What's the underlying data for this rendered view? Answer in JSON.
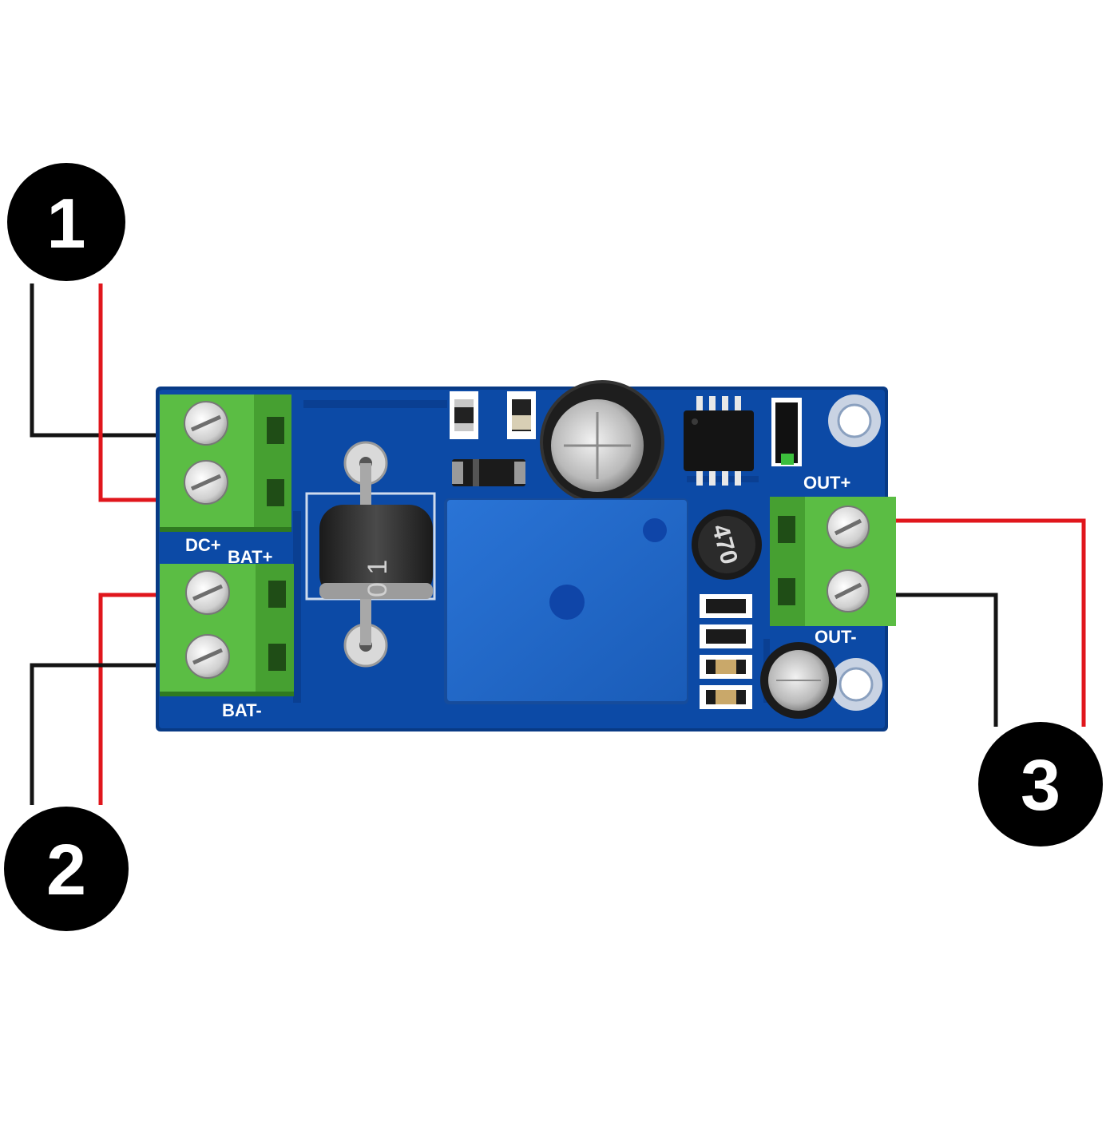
{
  "colors": {
    "background": "#ffffff",
    "pcb": "#0c4aa6",
    "pcb_edge": "#083a85",
    "terminal_green": "#55b83f",
    "relay_blue": "#1f67c9",
    "wire_red": "#e0161c",
    "wire_black": "#141414",
    "badge": "#000000",
    "silk": "#ffffff"
  },
  "badges": [
    {
      "id": "1",
      "label": "1"
    },
    {
      "id": "2",
      "label": "2"
    },
    {
      "id": "3",
      "label": "3"
    }
  ],
  "board": {
    "silkscreen": {
      "dc_plus": "DC+",
      "bat_plus": "BAT+",
      "bat_minus": "BAT-",
      "out_plus": "OUT+",
      "out_minus": "OUT-"
    },
    "inductor_marking": "470",
    "diode_marking": "0 1"
  },
  "icons": {
    "terminal_block": "screw-terminal-icon",
    "relay": "relay-icon",
    "diode": "diode-icon",
    "capacitor": "capacitor-icon",
    "inductor": "inductor-icon",
    "chip": "ic-chip-icon",
    "mounting_hole": "mounting-hole-icon"
  }
}
